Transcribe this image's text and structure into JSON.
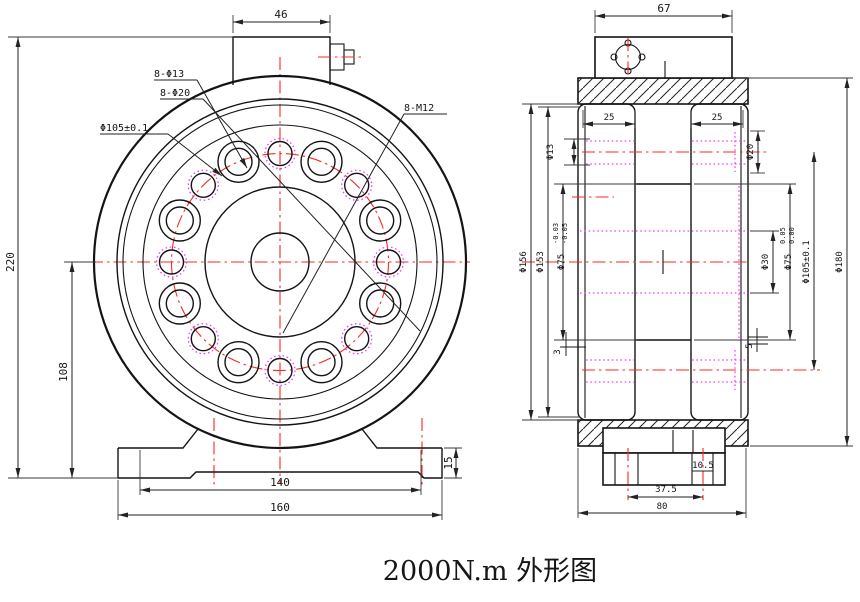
{
  "title": {
    "text": "2000N.m 外形图",
    "color": "#1a1ace"
  },
  "colors": {
    "outline": "#141414",
    "centerline_red": "#fb2823",
    "hidden_magenta": "#f441f4",
    "dimension": "#222222",
    "title_blue": "#1a1ace"
  },
  "front": {
    "dims": {
      "box_width": "46",
      "overall_height": "220",
      "center_height": "108",
      "mount_span": "140",
      "base_width": "160",
      "base_thickness": "15"
    },
    "labels": {
      "through_holes": "8-Φ13",
      "counterbores": "8-Φ20",
      "tapped_holes": "8-M12",
      "bolt_circle": "Φ105±0.1"
    }
  },
  "side": {
    "dims": {
      "box_width": "67",
      "flange_left_width": "25",
      "flange_right_width": "25",
      "hole_dia": "Φ13",
      "flange_od_outer": "Φ156",
      "flange_od_inner": "Φ153",
      "hub_dia": "Φ75",
      "hub_tol_upper": "-0.03",
      "hub_tol_lower": "-0.05",
      "left_lip": "3",
      "cbore_dia": "Φ20",
      "bore_dia": "Φ30",
      "recess_dia": "Φ75",
      "recess_tol_upper": "0.05",
      "recess_tol_lower": "0.00",
      "bolt_circle": "Φ105±0.1",
      "housing_od": "Φ180",
      "right_lip": "5",
      "foot_hole_width": "10.5",
      "foot_hole_span": "37.5",
      "foot_width": "80"
    }
  }
}
